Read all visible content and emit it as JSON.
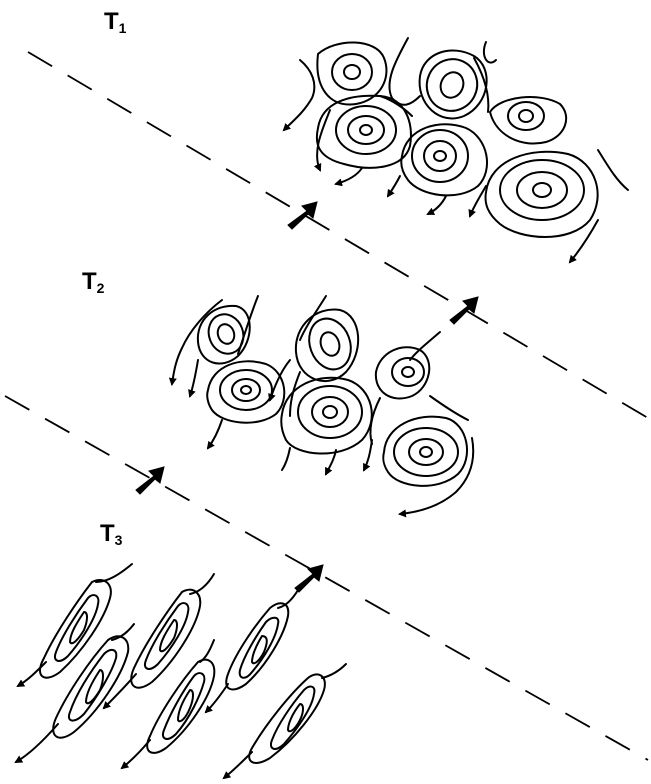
{
  "labels": [
    {
      "letter": "T",
      "index": "1"
    },
    {
      "letter": "T",
      "index": "2"
    },
    {
      "letter": "T",
      "index": "3"
    }
  ],
  "colors": {
    "ink": "#000000",
    "background": "#ffffff"
  },
  "icons": {
    "boundary_arrow": "heavy-down-left-arrow-icon",
    "streamline_arrow": "arrowhead-icon"
  }
}
